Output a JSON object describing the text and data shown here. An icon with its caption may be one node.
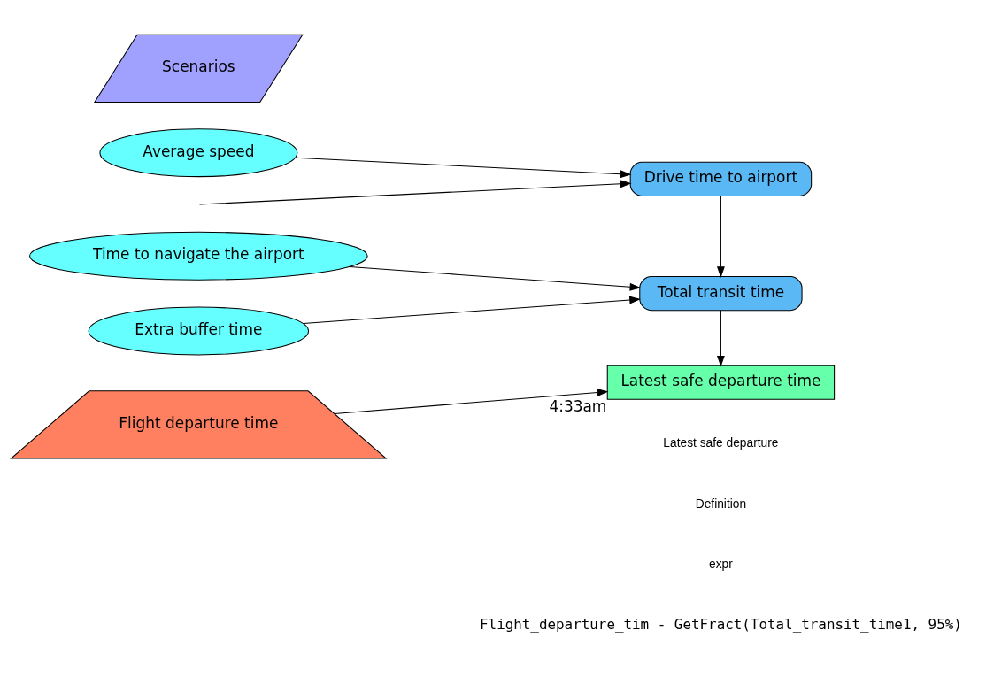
{
  "diagram": {
    "nodes": [
      {
        "text": [
          "Average speed"
        ]
      },
      {
        "text": [
          "Drive time to airport"
        ]
      },
      {
        "text": [
          "Scenarios"
        ]
      },
      {
        "text": [
          "Time to navigate the airport"
        ]
      },
      {
        "text": [
          "Total transit time"
        ]
      },
      {
        "text": [
          "Extra buffer time"
        ]
      },
      {
        "text": [
          "Flight departure time"
        ]
      },
      {
        "text": [
          "Latest safe departure time"
        ],
        "beside": [
          "4:33am"
        ]
      }
    ],
    "edges": [
      {
        "from": null,
        "to": 1,
        "arrow": "to"
      },
      {
        "from": 0,
        "to": 1,
        "arrow": "to"
      },
      {
        "from": 1,
        "to": 4,
        "arrow": "to"
      },
      {
        "from": 3,
        "to": 4,
        "arrow": "to"
      },
      {
        "from": 5,
        "to": 4,
        "arrow": "to"
      },
      {
        "from": 4,
        "to": 7,
        "arrow": "to"
      },
      {
        "from": 6,
        "to": 7,
        "arrow": "to"
      }
    ],
    "labels": [
      "Latest safe departure",
      "Definition",
      "expr",
      "Flight_departure_tim - GetFract(Total_transit_time1, 95%)"
    ]
  }
}
